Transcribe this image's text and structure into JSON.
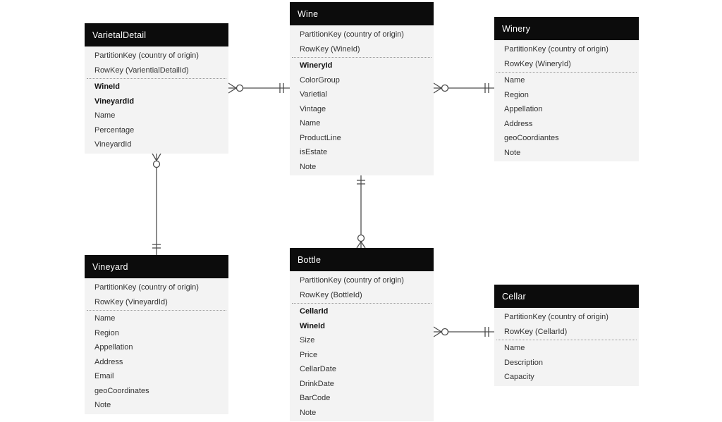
{
  "diagram": {
    "type": "entity-relationship",
    "notation": "crows-foot",
    "colors": {
      "header_bg": "#0c0c0c",
      "header_text": "#ffffff",
      "body_bg": "#f3f3f3",
      "row_text": "#333333",
      "connector_line": "#4d4d4d"
    },
    "entities": [
      {
        "id": "varietal-detail",
        "title": "VarietalDetail",
        "key_rows": [
          "PartitionKey (country of origin)",
          "RowKey (VarientialDetailId)"
        ],
        "attributes": [
          {
            "label": "WineId",
            "bold": true
          },
          {
            "label": "VineyardId",
            "bold": true
          },
          {
            "label": "Name",
            "bold": false
          },
          {
            "label": "Percentage",
            "bold": false
          },
          {
            "label": "VineyardId",
            "bold": false
          }
        ]
      },
      {
        "id": "wine",
        "title": "Wine",
        "key_rows": [
          "PartitionKey (country of origin)",
          "RowKey (WineId)"
        ],
        "attributes": [
          {
            "label": "WineryId",
            "bold": true
          },
          {
            "label": "ColorGroup",
            "bold": false
          },
          {
            "label": "Varietial",
            "bold": false
          },
          {
            "label": "Vintage",
            "bold": false
          },
          {
            "label": "Name",
            "bold": false
          },
          {
            "label": "ProductLine",
            "bold": false
          },
          {
            "label": "isEstate",
            "bold": false
          },
          {
            "label": "Note",
            "bold": false
          }
        ]
      },
      {
        "id": "winery",
        "title": "Winery",
        "key_rows": [
          "PartitionKey (country of origin)",
          "RowKey (WineryId)"
        ],
        "attributes": [
          {
            "label": "Name",
            "bold": false
          },
          {
            "label": "Region",
            "bold": false
          },
          {
            "label": "Appellation",
            "bold": false
          },
          {
            "label": "Address",
            "bold": false
          },
          {
            "label": "geoCoordiantes",
            "bold": false
          },
          {
            "label": "Note",
            "bold": false
          }
        ]
      },
      {
        "id": "vineyard",
        "title": "Vineyard",
        "key_rows": [
          "PartitionKey (country of origin)",
          "RowKey (VineyardId)"
        ],
        "attributes": [
          {
            "label": "Name",
            "bold": false
          },
          {
            "label": "Region",
            "bold": false
          },
          {
            "label": "Appellation",
            "bold": false
          },
          {
            "label": "Address",
            "bold": false
          },
          {
            "label": "Email",
            "bold": false
          },
          {
            "label": "geoCoordinates",
            "bold": false
          },
          {
            "label": "Note",
            "bold": false
          }
        ]
      },
      {
        "id": "bottle",
        "title": "Bottle",
        "key_rows": [
          "PartitionKey (country of origin)",
          "RowKey (BottleId)"
        ],
        "attributes": [
          {
            "label": "CellarId",
            "bold": true
          },
          {
            "label": "WineId",
            "bold": true
          },
          {
            "label": "Size",
            "bold": false
          },
          {
            "label": "Price",
            "bold": false
          },
          {
            "label": "CellarDate",
            "bold": false
          },
          {
            "label": "DrinkDate",
            "bold": false
          },
          {
            "label": "BarCode",
            "bold": false
          },
          {
            "label": "Note",
            "bold": false
          }
        ]
      },
      {
        "id": "cellar",
        "title": "Cellar",
        "key_rows": [
          "PartitionKey (country of origin)",
          "RowKey (CellarId)"
        ],
        "attributes": [
          {
            "label": "Name",
            "bold": false
          },
          {
            "label": "Description",
            "bold": false
          },
          {
            "label": "Capacity",
            "bold": false
          }
        ]
      }
    ],
    "relationships": [
      {
        "from": "varietal-detail",
        "to": "wine",
        "from_cardinality": "zero-or-many",
        "to_cardinality": "one"
      },
      {
        "from": "wine",
        "to": "winery",
        "from_cardinality": "zero-or-many",
        "to_cardinality": "one"
      },
      {
        "from": "varietal-detail",
        "to": "vineyard",
        "from_cardinality": "zero-or-many",
        "to_cardinality": "one"
      },
      {
        "from": "bottle",
        "to": "wine",
        "from_cardinality": "zero-or-many",
        "to_cardinality": "one"
      },
      {
        "from": "bottle",
        "to": "cellar",
        "from_cardinality": "zero-or-many",
        "to_cardinality": "one"
      }
    ]
  }
}
